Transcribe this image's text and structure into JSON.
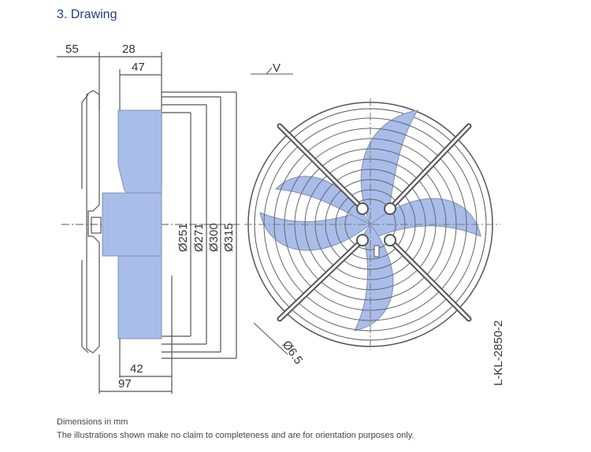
{
  "header": {
    "title": "3.  Drawing"
  },
  "dimensions": {
    "top_55": "55",
    "top_28": "28",
    "top_47": "47",
    "bottom_42": "42",
    "bottom_97": "97",
    "dia_251": "Ø251",
    "dia_271": "Ø271",
    "dia_300": "Ø300",
    "dia_315": "Ø315",
    "hole": "Ø6.5",
    "view": "V"
  },
  "drawing_code": "L-KL-2850-2",
  "notes": {
    "units": "Dimensions in mm",
    "disclaimer": "The illustrations shown make no claim to completeness and are for orientation purposes only."
  },
  "colors": {
    "blade": "#a9bdea",
    "line": "#555555",
    "title": "#1f3c80"
  }
}
